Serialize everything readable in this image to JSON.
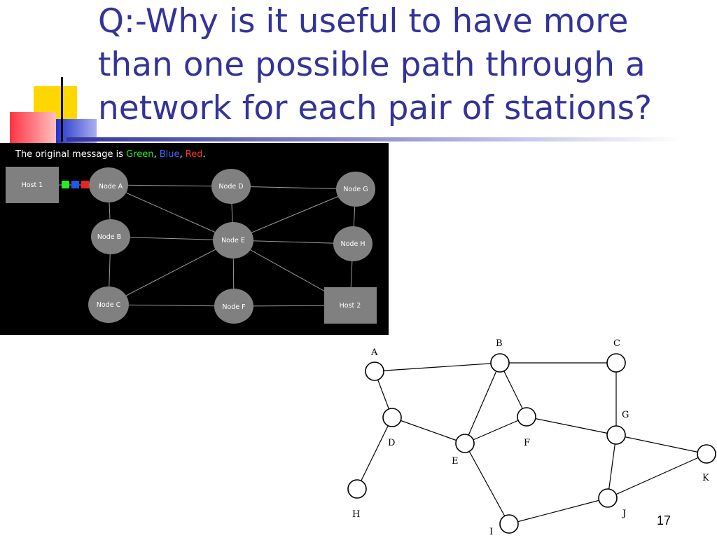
{
  "slide": {
    "title": "Q:-Why is it useful to have more\nthan one possible path through a\nnetwork for each pair of stations?",
    "page_number": "17"
  },
  "network_diagram": {
    "caption_prefix": "The original message is ",
    "caption_green": "Green",
    "caption_sep1": ", ",
    "caption_blue": "Blue",
    "caption_sep2": ", ",
    "caption_red": "Red",
    "caption_end": ".",
    "nodes": {
      "host1": "Host 1",
      "host2": "Host 2",
      "a": "Node A",
      "b": "Node B",
      "c": "Node C",
      "d": "Node D",
      "e": "Node E",
      "f": "Node F",
      "g": "Node G",
      "h": "Node H"
    },
    "colors": {
      "green": "#22ee22",
      "blue": "#2255ee",
      "red": "#ee2222",
      "node": "#808080"
    }
  },
  "graph_diagram": {
    "labels": {
      "a": "A",
      "b": "B",
      "c": "C",
      "d": "D",
      "e": "E",
      "f": "F",
      "g": "G",
      "h": "H",
      "i": "I",
      "j": "J",
      "k": "K"
    }
  }
}
